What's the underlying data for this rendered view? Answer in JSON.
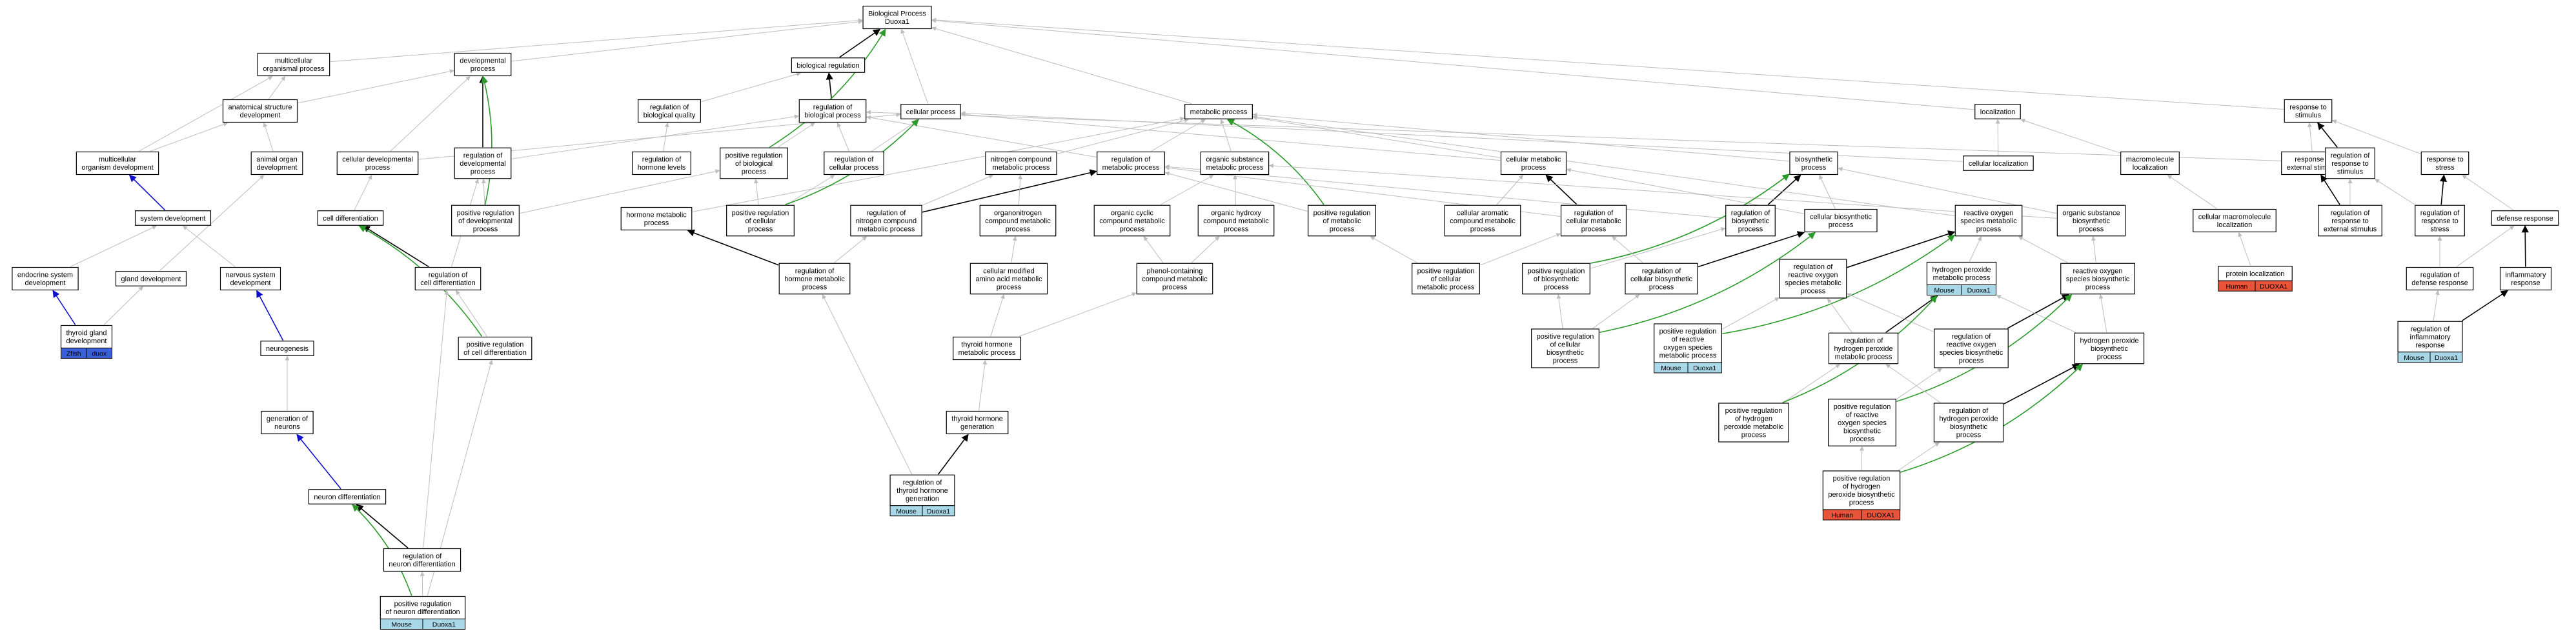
{
  "nodes": [
    {
      "id": "bp",
      "lines": [
        "Biological Process",
        "Duoxa1"
      ]
    },
    {
      "id": "mop",
      "lines": [
        "multicellular",
        "organismal process"
      ]
    },
    {
      "id": "dp",
      "lines": [
        "developmental",
        "process"
      ]
    },
    {
      "id": "breg",
      "lines": [
        "biological regulation"
      ]
    },
    {
      "id": "asd",
      "lines": [
        "anatomical structure",
        "development"
      ]
    },
    {
      "id": "rbq",
      "lines": [
        "regulation of",
        "biological quality"
      ]
    },
    {
      "id": "rbp",
      "lines": [
        "regulation of",
        "biological process"
      ]
    },
    {
      "id": "cp",
      "lines": [
        "cellular process"
      ]
    },
    {
      "id": "metp",
      "lines": [
        "metabolic process"
      ]
    },
    {
      "id": "loc",
      "lines": [
        "localization"
      ]
    },
    {
      "id": "rts",
      "lines": [
        "response to",
        "stimulus"
      ]
    },
    {
      "id": "mod",
      "lines": [
        "multicellular",
        "organism development"
      ]
    },
    {
      "id": "aod",
      "lines": [
        "animal organ",
        "development"
      ]
    },
    {
      "id": "cdp",
      "lines": [
        "cellular developmental",
        "process"
      ]
    },
    {
      "id": "rdp",
      "lines": [
        "regulation of",
        "developmental",
        "process"
      ]
    },
    {
      "id": "rhl",
      "lines": [
        "regulation of",
        "hormone levels"
      ]
    },
    {
      "id": "prbp",
      "lines": [
        "positive regulation",
        "of biological",
        "process"
      ]
    },
    {
      "id": "rcp",
      "lines": [
        "regulation of",
        "cellular process"
      ]
    },
    {
      "id": "ncmp",
      "lines": [
        "nitrogen compound",
        "metabolic process"
      ]
    },
    {
      "id": "rmp",
      "lines": [
        "regulation of",
        "metabolic process"
      ]
    },
    {
      "id": "osmp",
      "lines": [
        "organic substance",
        "metabolic process"
      ]
    },
    {
      "id": "cmp",
      "lines": [
        "cellular metabolic",
        "process"
      ]
    },
    {
      "id": "bsp",
      "lines": [
        "biosynthetic",
        "process"
      ]
    },
    {
      "id": "clz",
      "lines": [
        "cellular localization"
      ]
    },
    {
      "id": "mml",
      "lines": [
        "macromolecule",
        "localization"
      ]
    },
    {
      "id": "rtes",
      "lines": [
        "response to",
        "external stimulus"
      ]
    },
    {
      "id": "rrts",
      "lines": [
        "regulation of",
        "response to",
        "stimulus"
      ]
    },
    {
      "id": "rtst",
      "lines": [
        "response to",
        "stress"
      ]
    },
    {
      "id": "sysd",
      "lines": [
        "system development"
      ]
    },
    {
      "id": "celldiff",
      "lines": [
        "cell differentiation"
      ]
    },
    {
      "id": "prdp",
      "lines": [
        "positive regulation",
        "of developmental",
        "process"
      ]
    },
    {
      "id": "hmp",
      "lines": [
        "hormone metabolic",
        "process"
      ]
    },
    {
      "id": "prcp",
      "lines": [
        "positive regulation",
        "of cellular",
        "process"
      ]
    },
    {
      "id": "rncmp",
      "lines": [
        "regulation of",
        "nitrogen compound",
        "metabolic process"
      ]
    },
    {
      "id": "oncmp",
      "lines": [
        "organonitrogen",
        "compound metabolic",
        "process"
      ]
    },
    {
      "id": "occmp",
      "lines": [
        "organic cyclic",
        "compound metabolic",
        "process"
      ]
    },
    {
      "id": "ohcmp",
      "lines": [
        "organic hydroxy",
        "compound metabolic",
        "process"
      ]
    },
    {
      "id": "prmp",
      "lines": [
        "positive regulation",
        "of metabolic",
        "process"
      ]
    },
    {
      "id": "cacmp",
      "lines": [
        "cellular aromatic",
        "compound metabolic",
        "process"
      ]
    },
    {
      "id": "rcmp",
      "lines": [
        "regulation of",
        "cellular metabolic",
        "process"
      ]
    },
    {
      "id": "rbsp",
      "lines": [
        "regulation of",
        "biosynthetic",
        "process"
      ]
    },
    {
      "id": "cbsp",
      "lines": [
        "cellular biosynthetic",
        "process"
      ]
    },
    {
      "id": "rosmp",
      "lines": [
        "reactive oxygen",
        "species metabolic",
        "process"
      ]
    },
    {
      "id": "osbp",
      "lines": [
        "organic substance",
        "biosynthetic",
        "process"
      ]
    },
    {
      "id": "cmml",
      "lines": [
        "cellular macromolecule",
        "localization"
      ]
    },
    {
      "id": "rrtes",
      "lines": [
        "regulation of",
        "response to",
        "external stimulus"
      ]
    },
    {
      "id": "rrst",
      "lines": [
        "regulation of",
        "response to",
        "stress"
      ]
    },
    {
      "id": "defr",
      "lines": [
        "defense response"
      ]
    },
    {
      "id": "esd",
      "lines": [
        "endocrine system",
        "development"
      ]
    },
    {
      "id": "gland",
      "lines": [
        "gland development"
      ]
    },
    {
      "id": "nsd",
      "lines": [
        "nervous system",
        "development"
      ]
    },
    {
      "id": "rcd",
      "lines": [
        "regulation of",
        "cell differentiation"
      ]
    },
    {
      "id": "rhmp",
      "lines": [
        "regulation of",
        "hormone metabolic",
        "process"
      ]
    },
    {
      "id": "camaa",
      "lines": [
        "cellular modified",
        "amino acid metabolic",
        "process"
      ]
    },
    {
      "id": "pccmp",
      "lines": [
        "phenol-containing",
        "compound metabolic",
        "process"
      ]
    },
    {
      "id": "prcmp",
      "lines": [
        "positive regulation",
        "of cellular",
        "metabolic process"
      ]
    },
    {
      "id": "prbsp",
      "lines": [
        "positive regulation",
        "of biosynthetic",
        "process"
      ]
    },
    {
      "id": "rcbsp",
      "lines": [
        "regulation of",
        "cellular biosynthetic",
        "process"
      ]
    },
    {
      "id": "rrosmp",
      "lines": [
        "regulation of",
        "reactive oxygen",
        "species metabolic",
        "process"
      ]
    },
    {
      "id": "hpmp",
      "lines": [
        "hydrogen peroxide",
        "metabolic process"
      ],
      "tags": [
        {
          "species": "Mouse",
          "gene": "Duoxa1"
        }
      ]
    },
    {
      "id": "rosbp",
      "lines": [
        "reactive oxygen",
        "species biosynthetic",
        "process"
      ]
    },
    {
      "id": "protloc",
      "lines": [
        "protein localization"
      ],
      "tags": [
        {
          "species": "Human",
          "gene": "DUOXA1"
        }
      ]
    },
    {
      "id": "rdr",
      "lines": [
        "regulation of",
        "defense response"
      ]
    },
    {
      "id": "infr",
      "lines": [
        "inflammatory",
        "response"
      ]
    },
    {
      "id": "tgd",
      "lines": [
        "thyroid gland",
        "development"
      ],
      "tags": [
        {
          "species": "Zfish",
          "gene": "duox"
        }
      ]
    },
    {
      "id": "neurog",
      "lines": [
        "neurogenesis"
      ]
    },
    {
      "id": "prcd",
      "lines": [
        "positive regulation",
        "of cell differentiation"
      ]
    },
    {
      "id": "thmp",
      "lines": [
        "thyroid hormone",
        "metabolic process"
      ]
    },
    {
      "id": "prcbsp",
      "lines": [
        "positive regulation",
        "of cellular",
        "biosynthetic",
        "process"
      ]
    },
    {
      "id": "prrosmp",
      "lines": [
        "positive regulation",
        "of reactive",
        "oxygen species",
        "metabolic process"
      ],
      "tags": [
        {
          "species": "Mouse",
          "gene": "Duoxa1"
        }
      ]
    },
    {
      "id": "rhpmp",
      "lines": [
        "regulation of",
        "hydrogen peroxide",
        "metabolic process"
      ]
    },
    {
      "id": "rrosbp",
      "lines": [
        "regulation of",
        "reactive oxygen",
        "species biosynthetic",
        "process"
      ]
    },
    {
      "id": "hpbp",
      "lines": [
        "hydrogen peroxide",
        "biosynthetic",
        "process"
      ]
    },
    {
      "id": "rir",
      "lines": [
        "regulation of",
        "inflammatory",
        "response"
      ],
      "tags": [
        {
          "species": "Mouse",
          "gene": "Duoxa1"
        }
      ]
    },
    {
      "id": "gon",
      "lines": [
        "generation of",
        "neurons"
      ]
    },
    {
      "id": "thg",
      "lines": [
        "thyroid hormone",
        "generation"
      ]
    },
    {
      "id": "prhpmp",
      "lines": [
        "positive regulation",
        "of hydrogen",
        "peroxide metabolic",
        "process"
      ]
    },
    {
      "id": "prrosbp",
      "lines": [
        "positive regulation",
        "of reactive",
        "oxygen species",
        "biosynthetic",
        "process"
      ]
    },
    {
      "id": "rhpbp",
      "lines": [
        "regulation of",
        "hydrogen peroxide",
        "biosynthetic",
        "process"
      ]
    },
    {
      "id": "nd",
      "lines": [
        "neuron differentiation"
      ]
    },
    {
      "id": "rthg",
      "lines": [
        "regulation of",
        "thyroid hormone",
        "generation"
      ],
      "tags": [
        {
          "species": "Mouse",
          "gene": "Duoxa1"
        }
      ]
    },
    {
      "id": "prhpbp",
      "lines": [
        "positive regulation",
        "of hydrogen",
        "peroxide biosynthetic",
        "process"
      ],
      "tags": [
        {
          "species": "Human",
          "gene": "DUOXA1"
        }
      ]
    },
    {
      "id": "rnd",
      "lines": [
        "regulation of",
        "neuron differentiation"
      ]
    },
    {
      "id": "prnd",
      "lines": [
        "positive regulation",
        "of neuron differentiation"
      ],
      "tags": [
        {
          "species": "Mouse",
          "gene": "Duoxa1"
        }
      ]
    }
  ],
  "edges": [
    [
      "mop",
      "bp",
      "gray"
    ],
    [
      "dp",
      "bp",
      "gray"
    ],
    [
      "breg",
      "bp",
      "black"
    ],
    [
      "cp",
      "bp",
      "gray"
    ],
    [
      "metp",
      "bp",
      "gray"
    ],
    [
      "loc",
      "bp",
      "gray"
    ],
    [
      "rts",
      "bp",
      "gray"
    ],
    [
      "asd",
      "mop",
      "gray"
    ],
    [
      "asd",
      "dp",
      "gray"
    ],
    [
      "rbq",
      "breg",
      "gray"
    ],
    [
      "rbp",
      "breg",
      "black"
    ],
    [
      "mod",
      "asd",
      "gray"
    ],
    [
      "mod",
      "mop",
      "gray"
    ],
    [
      "aod",
      "asd",
      "gray"
    ],
    [
      "cdp",
      "dp",
      "gray"
    ],
    [
      "cdp",
      "cp",
      "gray"
    ],
    [
      "rdp",
      "dp",
      "black"
    ],
    [
      "rdp",
      "rbp",
      "gray"
    ],
    [
      "rhl",
      "rbq",
      "gray"
    ],
    [
      "prbp",
      "rbp",
      "gray"
    ],
    [
      "prbp",
      "bp",
      "green"
    ],
    [
      "rcp",
      "rbp",
      "gray"
    ],
    [
      "rcp",
      "cp",
      "gray"
    ],
    [
      "ncmp",
      "metp",
      "gray"
    ],
    [
      "rmp",
      "metp",
      "gray"
    ],
    [
      "rmp",
      "rbp",
      "gray"
    ],
    [
      "osmp",
      "metp",
      "gray"
    ],
    [
      "cmp",
      "metp",
      "gray"
    ],
    [
      "cmp",
      "cp",
      "gray"
    ],
    [
      "bsp",
      "metp",
      "gray"
    ],
    [
      "clz",
      "loc",
      "gray"
    ],
    [
      "clz",
      "cp",
      "gray"
    ],
    [
      "mml",
      "loc",
      "gray"
    ],
    [
      "rtes",
      "rts",
      "gray"
    ],
    [
      "rrts",
      "rts",
      "black"
    ],
    [
      "rrts",
      "rbp",
      "gray"
    ],
    [
      "rtst",
      "rts",
      "gray"
    ],
    [
      "sysd",
      "mod",
      "blue"
    ],
    [
      "celldiff",
      "cdp",
      "gray"
    ],
    [
      "prdp",
      "rdp",
      "gray"
    ],
    [
      "prdp",
      "prbp",
      "gray"
    ],
    [
      "prdp",
      "dp",
      "green"
    ],
    [
      "hmp",
      "metp",
      "gray"
    ],
    [
      "prcp",
      "rcp",
      "gray"
    ],
    [
      "prcp",
      "prbp",
      "gray"
    ],
    [
      "prcp",
      "cp",
      "green"
    ],
    [
      "rncmp",
      "rmp",
      "black"
    ],
    [
      "rncmp",
      "ncmp",
      "gray"
    ],
    [
      "oncmp",
      "ncmp",
      "gray"
    ],
    [
      "occmp",
      "osmp",
      "gray"
    ],
    [
      "ohcmp",
      "osmp",
      "gray"
    ],
    [
      "prmp",
      "rmp",
      "gray"
    ],
    [
      "prmp",
      "metp",
      "green"
    ],
    [
      "cacmp",
      "cmp",
      "gray"
    ],
    [
      "rcmp",
      "cmp",
      "black"
    ],
    [
      "rcmp",
      "rmp",
      "gray"
    ],
    [
      "rbsp",
      "bsp",
      "black"
    ],
    [
      "rbsp",
      "rmp",
      "gray"
    ],
    [
      "cbsp",
      "bsp",
      "gray"
    ],
    [
      "cbsp",
      "cmp",
      "gray"
    ],
    [
      "rosmp",
      "metp",
      "gray"
    ],
    [
      "osbp",
      "bsp",
      "gray"
    ],
    [
      "osbp",
      "osmp",
      "gray"
    ],
    [
      "cmml",
      "mml",
      "gray"
    ],
    [
      "rrtes",
      "rtes",
      "black"
    ],
    [
      "rrtes",
      "rrts",
      "gray"
    ],
    [
      "rrst",
      "rtst",
      "black"
    ],
    [
      "rrst",
      "rrts",
      "gray"
    ],
    [
      "defr",
      "rtst",
      "gray"
    ],
    [
      "esd",
      "sysd",
      "gray"
    ],
    [
      "gland",
      "aod",
      "gray"
    ],
    [
      "nsd",
      "sysd",
      "gray"
    ],
    [
      "rcd",
      "celldiff",
      "black"
    ],
    [
      "rcd",
      "rdp",
      "gray"
    ],
    [
      "rhmp",
      "hmp",
      "black"
    ],
    [
      "rhmp",
      "rncmp",
      "gray"
    ],
    [
      "camaa",
      "oncmp",
      "gray"
    ],
    [
      "pccmp",
      "occmp",
      "gray"
    ],
    [
      "pccmp",
      "ohcmp",
      "gray"
    ],
    [
      "prcmp",
      "rcmp",
      "gray"
    ],
    [
      "prcmp",
      "prmp",
      "gray"
    ],
    [
      "prbsp",
      "rbsp",
      "gray"
    ],
    [
      "prbsp",
      "bsp",
      "green"
    ],
    [
      "rcbsp",
      "rcmp",
      "gray"
    ],
    [
      "rcbsp",
      "cbsp",
      "black"
    ],
    [
      "rrosmp",
      "rosmp",
      "black"
    ],
    [
      "hpmp",
      "rosmp",
      "gray"
    ],
    [
      "rosbp",
      "rosmp",
      "gray"
    ],
    [
      "rosbp",
      "osbp",
      "gray"
    ],
    [
      "protloc",
      "cmml",
      "gray"
    ],
    [
      "rdr",
      "defr",
      "gray"
    ],
    [
      "rdr",
      "rrst",
      "gray"
    ],
    [
      "infr",
      "defr",
      "black"
    ],
    [
      "tgd",
      "esd",
      "blue"
    ],
    [
      "tgd",
      "gland",
      "gray"
    ],
    [
      "neurog",
      "nsd",
      "blue"
    ],
    [
      "prcd",
      "rcd",
      "gray"
    ],
    [
      "prcd",
      "celldiff",
      "green"
    ],
    [
      "thmp",
      "camaa",
      "gray"
    ],
    [
      "thmp",
      "pccmp",
      "gray"
    ],
    [
      "prcbsp",
      "rcbsp",
      "gray"
    ],
    [
      "prcbsp",
      "prbsp",
      "gray"
    ],
    [
      "prcbsp",
      "cbsp",
      "green"
    ],
    [
      "prrosmp",
      "rrosmp",
      "gray"
    ],
    [
      "prrosmp",
      "rosmp",
      "green"
    ],
    [
      "rhpmp",
      "rrosmp",
      "gray"
    ],
    [
      "rhpmp",
      "hpmp",
      "black"
    ],
    [
      "rrosbp",
      "rrosmp",
      "gray"
    ],
    [
      "rrosbp",
      "rosbp",
      "black"
    ],
    [
      "hpbp",
      "hpmp",
      "gray"
    ],
    [
      "hpbp",
      "rosbp",
      "gray"
    ],
    [
      "rir",
      "rdr",
      "gray"
    ],
    [
      "rir",
      "infr",
      "black"
    ],
    [
      "gon",
      "neurog",
      "gray"
    ],
    [
      "thg",
      "thmp",
      "gray"
    ],
    [
      "prhpmp",
      "rhpmp",
      "gray"
    ],
    [
      "prhpmp",
      "hpmp",
      "green"
    ],
    [
      "prrosbp",
      "rrosbp",
      "gray"
    ],
    [
      "prrosbp",
      "rosbp",
      "green"
    ],
    [
      "rhpbp",
      "rhpmp",
      "gray"
    ],
    [
      "rhpbp",
      "hpbp",
      "black"
    ],
    [
      "nd",
      "gon",
      "blue"
    ],
    [
      "rthg",
      "thg",
      "black"
    ],
    [
      "rthg",
      "rhmp",
      "gray"
    ],
    [
      "prhpbp",
      "rhpbp",
      "gray"
    ],
    [
      "prhpbp",
      "hpbp",
      "green"
    ],
    [
      "prhpbp",
      "prrosbp",
      "gray"
    ],
    [
      "rnd",
      "nd",
      "black"
    ],
    [
      "rnd",
      "rcd",
      "gray"
    ],
    [
      "prnd",
      "rnd",
      "gray"
    ],
    [
      "prnd",
      "nd",
      "green"
    ],
    [
      "prnd",
      "prcd",
      "gray"
    ]
  ],
  "colors": {
    "gray": "#bdbdbd",
    "black": "#000000",
    "green": "#2a9a2a",
    "blue": "#1010cc",
    "mouse": "#a8d8e8",
    "human": "#e8533a",
    "zfish": "#3b5fd9"
  }
}
